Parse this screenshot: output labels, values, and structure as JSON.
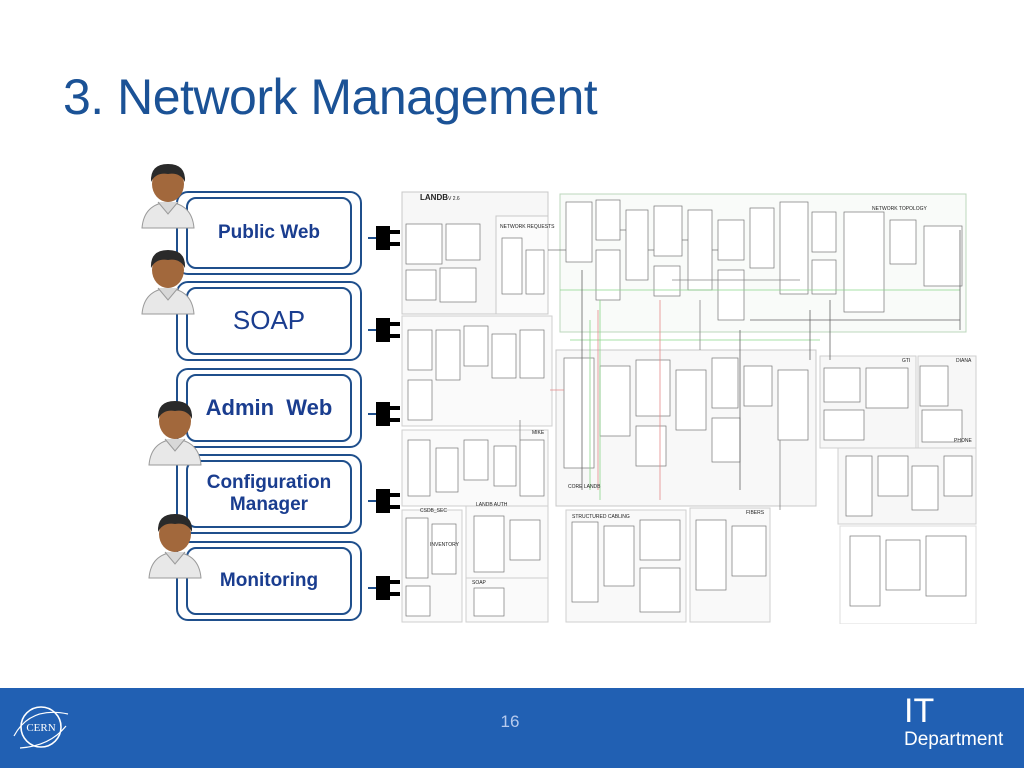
{
  "slide": {
    "title": "3. Network Management",
    "page_number": "16"
  },
  "services": [
    {
      "label": "Public Web"
    },
    {
      "label": "SOAP"
    },
    {
      "label": "Admin  Web"
    },
    {
      "label_line1": "Configuration",
      "label_line2": "Manager"
    },
    {
      "label": "Monitoring"
    }
  ],
  "schema": {
    "title": "LANDB",
    "version": "V 2.6",
    "areas": [
      "NETWORK REQUESTS",
      "NETWORK TOPOLOGY",
      "CORE LANDB",
      "LANDB AUTH",
      "INVENTORY",
      "SOAP",
      "STRUCTURED CABLING",
      "FIBERS",
      "GTI",
      "DIANA",
      "PHONE",
      "MIKE",
      "CSDB_SEC"
    ]
  },
  "footer": {
    "department_line1": "IT",
    "department_line2": "Department",
    "cern_logo_text": "CERN"
  },
  "colors": {
    "title": "#1b5296",
    "footer": "#2160b3",
    "service_border": "#1f4f8c"
  },
  "icons": [
    "user-icon",
    "plug-connector-icon",
    "cern-logo",
    "database-schema-diagram"
  ]
}
